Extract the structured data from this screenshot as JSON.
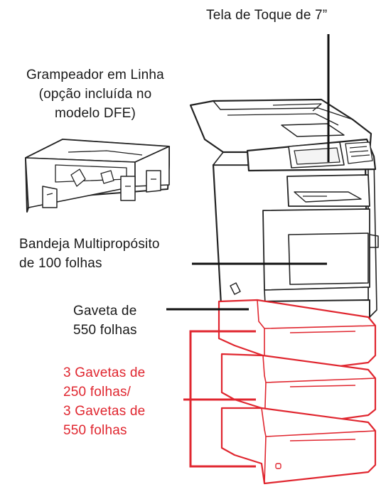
{
  "labels": {
    "touch_screen": "Tela de Toque de 7”",
    "stapler_line1": "Grampeador em Linha",
    "stapler_line2": "(opção incluída no",
    "stapler_line3": "modelo DFE)",
    "mp_tray_line1": "Bandeja Multipropósito",
    "mp_tray_line2": "de 100 folhas",
    "drawer_line1": "Gaveta de",
    "drawer_line2": "550 folhas",
    "opt_trays_line1": "3 Gavetas de",
    "opt_trays_line2": "250 folhas/",
    "opt_trays_line3": "3 Gavetas de",
    "opt_trays_line4": "550 folhas"
  },
  "colors": {
    "text": "#1a1a1a",
    "accent_red": "#e0262f",
    "line": "#111111",
    "outline": "#222222"
  }
}
